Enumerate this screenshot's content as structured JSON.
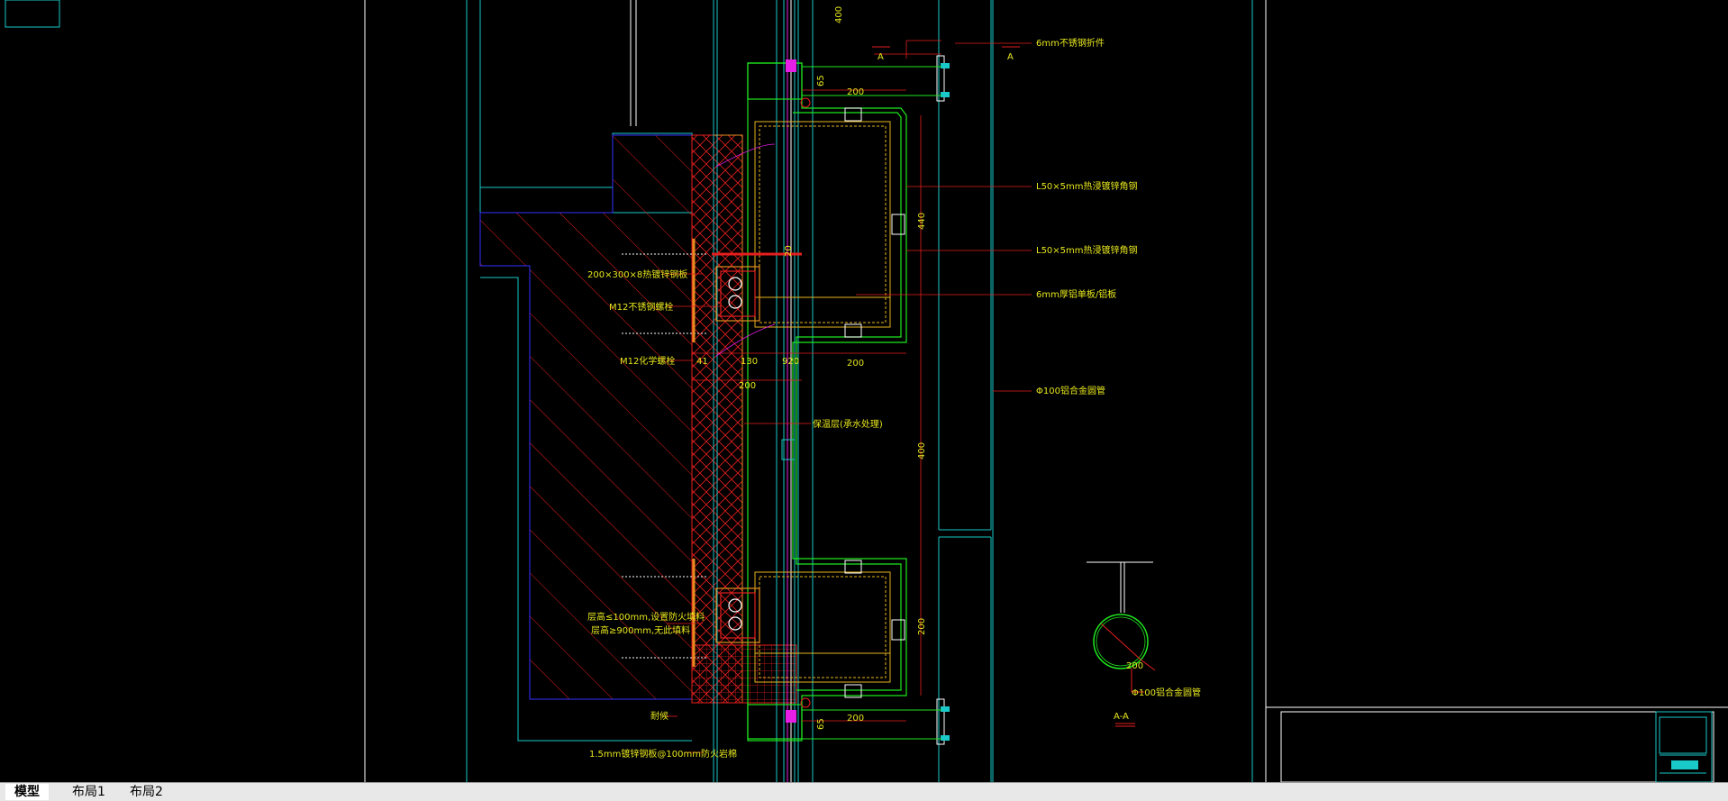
{
  "tabs": [
    {
      "label": "模型",
      "active": true
    },
    {
      "label": "布局1",
      "active": false
    },
    {
      "label": "布局2",
      "active": false
    }
  ],
  "drawing": {
    "callouts": [
      "6mm不锈钢折件",
      "L50×5mm热浸镀锌角钢",
      "L50×5mm热浸镀锌角钢",
      "6mm厚铝单板/铝板",
      "Φ100铝合金圆管",
      "200×300×8热镀锌钢板",
      "M12不锈钢螺栓",
      "M12化学螺栓",
      "保温层(承水处理)",
      "层高≤100mm,设置防火填料",
      "层高≥900mm,无此填料",
      "耐候",
      "1.5mm镀锌钢板@100mm防火岩棉"
    ],
    "dims": [
      "200",
      "200",
      "200",
      "200",
      "200",
      "440",
      "400",
      "20",
      "41",
      "130",
      "920",
      "65",
      "65",
      "A",
      "A",
      "200",
      "400"
    ],
    "section_label": "A-A",
    "pipe_label": "Φ100铝合金圆管",
    "pipe_dim": "200"
  },
  "colors": {
    "cyan": "#19c8c8",
    "green": "#1ee61e",
    "red": "#e61e1e",
    "yellow": "#e6e61e",
    "blue": "#3232ff",
    "magenta": "#e61ee6",
    "orange": "#e68c1e",
    "white": "#ffffff"
  }
}
